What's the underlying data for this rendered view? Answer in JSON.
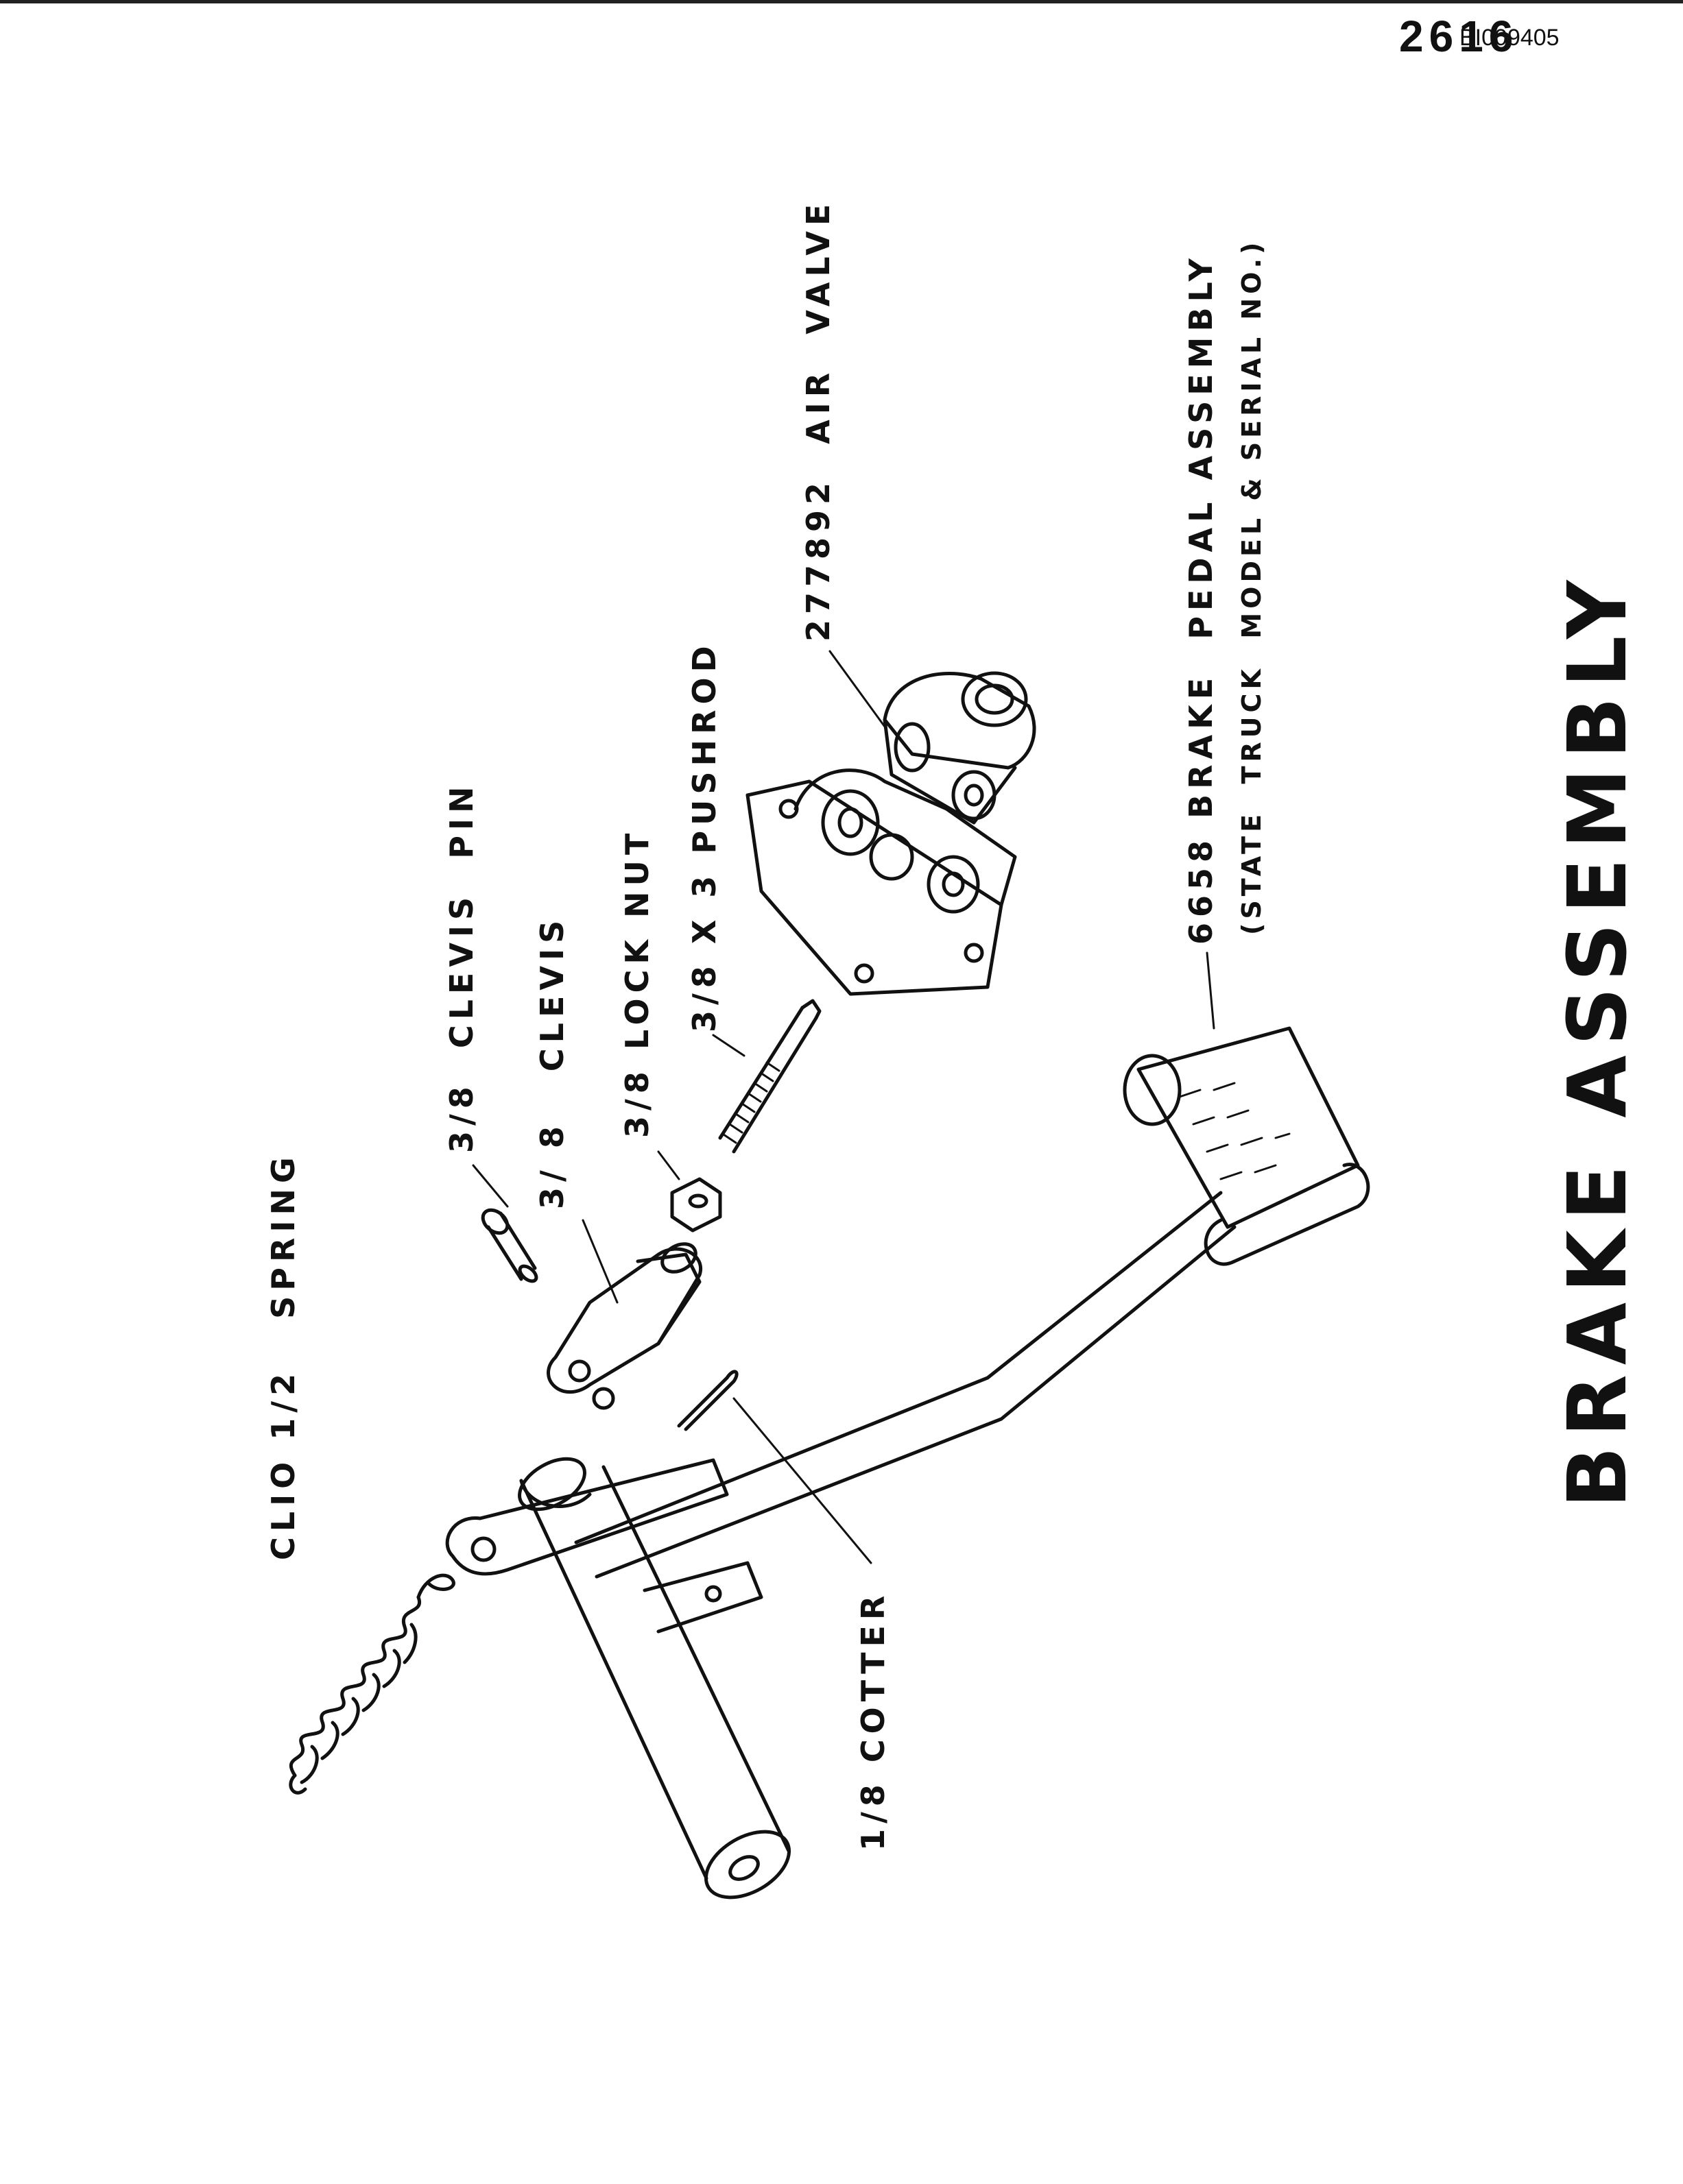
{
  "header": {
    "page_number": "2616",
    "doc_id": "BI009405"
  },
  "title": "BRAKE ASSEMBLY",
  "labels": {
    "spring": "CLIO 1/2   SPRING",
    "clevis_pin": "3/8  CLEVIS  PIN",
    "clevis": "3/ 8   CLEVIS",
    "lock_nut": "3/8 LOCK NUT",
    "pushrod": "3/8 X 3 PUSHROD",
    "air_valve": "277892  AIR  VALVE",
    "pedal_assembly": "6658 BRAKE  PEDAL ASSEMBLY",
    "pedal_note": "(STATE  TRUCK  MODEL & SERIAL NO.)",
    "cotter": "1/8 COTTER"
  }
}
